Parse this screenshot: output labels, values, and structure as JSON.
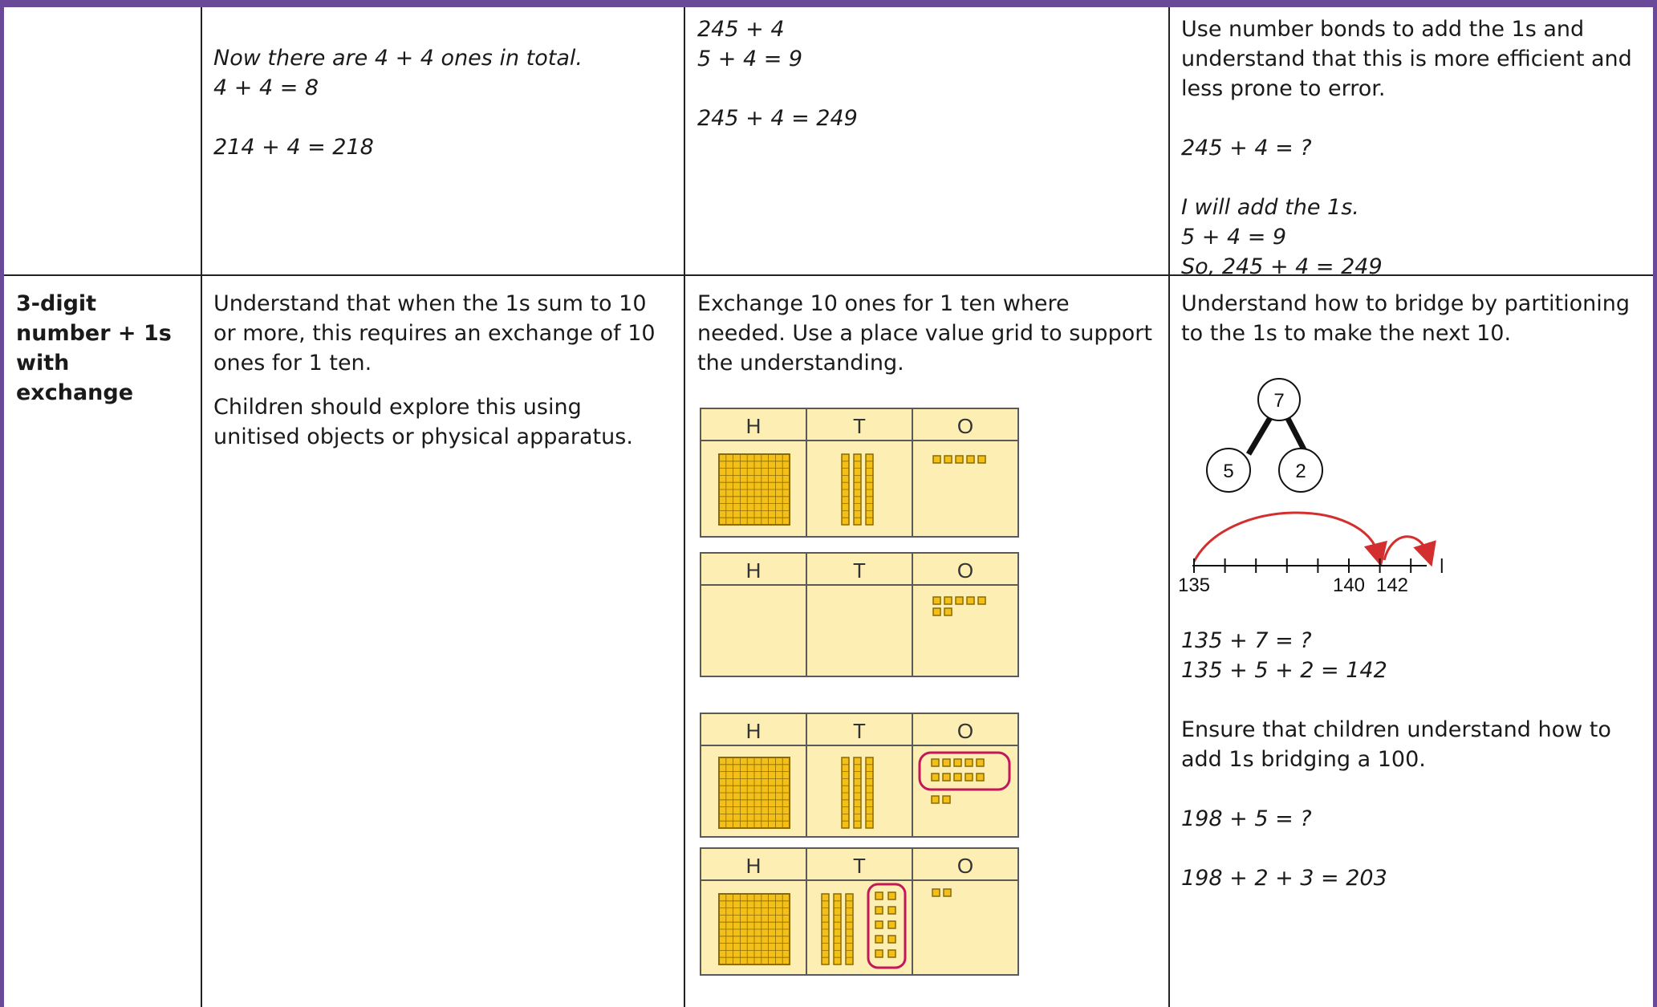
{
  "colors": {
    "frame": "#6a4a98",
    "grid_fill": "#fdeeb3",
    "grid_line": "#5a5a5a",
    "cube": "#f2c019",
    "cube_edge": "#8c6a00",
    "exchange_loop": "#c2185b",
    "arrow": "#d32f2f"
  },
  "top_row": {
    "col2_lines": [
      "Now there are 4 + 4 ones in total.",
      "4 + 4 = 8",
      "",
      "214 + 4 = 218"
    ],
    "col3_lines": [
      "245 + 4",
      "5 + 4 = 9",
      "",
      "245 + 4 = 249"
    ],
    "col4_intro": "Use number bonds to add the 1s and understand that this is more efficient and less prone to error.",
    "col4_eq1": "245 + 4 = ?",
    "col4_lines": [
      "I will add the 1s.",
      "5 + 4 = 9",
      "So, 245 + 4 = 249"
    ]
  },
  "main_row": {
    "heading": "3-digit number + 1s with exchange",
    "col2_p1": "Understand that when the 1s sum to 10 or more, this requires an exchange of 10 ones for 1 ten.",
    "col2_p2": "Children should explore this using unitised objects or physical apparatus.",
    "col3_text": "Exchange 10 ones for 1 ten where needed. Use a place value grid to support the understanding.",
    "pv_headers": [
      "H",
      "T",
      "O"
    ],
    "col4_text": "Understand how to bridge by partitioning to the 1s to make the next 10.",
    "bond": {
      "whole": "7",
      "parts": [
        "5",
        "2"
      ]
    },
    "number_line": {
      "labels": [
        "135",
        "140",
        "142"
      ],
      "start": 135,
      "end": 143
    },
    "eqs1": [
      "135 + 7 = ?",
      "135 + 5 + 2 = 142"
    ],
    "ensure_text": "Ensure that children understand how to add 1s bridging a 100.",
    "eq2": "198 + 5 = ?",
    "eq3": "198 + 2 + 3 = 203"
  }
}
